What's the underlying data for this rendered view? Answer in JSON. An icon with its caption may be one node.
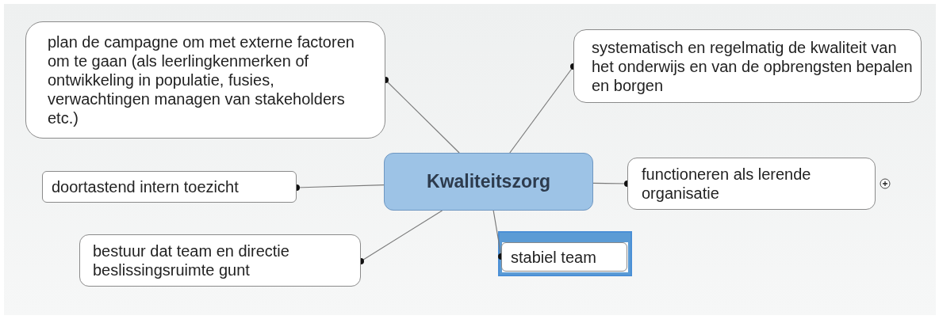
{
  "diagram": {
    "nodes": [
      {
        "text": [
          "Kwaliteitszorg"
        ]
      },
      {
        "text": [
          "plan de campagne om met externe factoren om te gaan (als leerlingkenmerken of ontwikkeling in populatie, fusies, verwachtingen managen van stakeholders etc.)"
        ]
      },
      {
        "text": [
          "systematisch en regelmatig de kwaliteit van het onderwijs en van de opbrengsten bepalen en borgen"
        ]
      },
      {
        "text": [
          "doortastend intern toezicht"
        ]
      },
      {
        "text": [
          "functioneren als lerende organisatie"
        ]
      },
      {
        "text": [
          "bestuur dat team en directie beslissingsruimte gunt"
        ]
      },
      {
        "text": [
          "stabiel team"
        ]
      }
    ],
    "edges": [
      {
        "from": 0,
        "to": 1,
        "arrow": "other"
      },
      {
        "from": 0,
        "to": 2,
        "arrow": "other"
      },
      {
        "from": 0,
        "to": 3,
        "arrow": "other"
      },
      {
        "from": 0,
        "to": 4,
        "arrow": "other"
      },
      {
        "from": 0,
        "to": 5,
        "arrow": "other"
      },
      {
        "from": 0,
        "to": 6,
        "arrow": "other"
      }
    ]
  }
}
